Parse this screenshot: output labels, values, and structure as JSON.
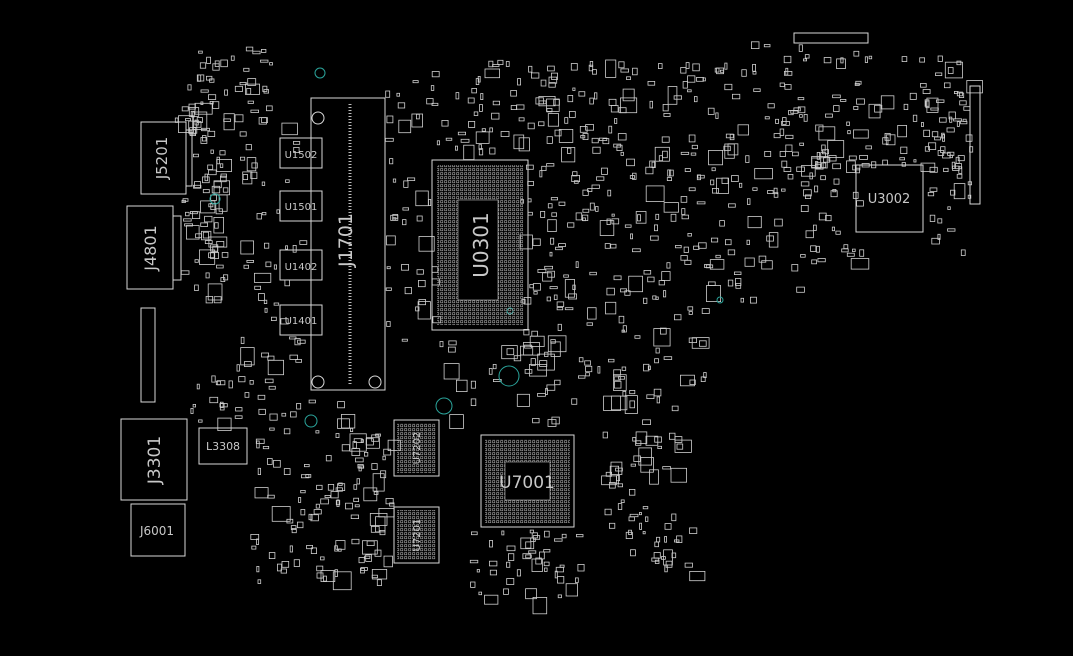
{
  "viewer": {
    "background": "#000000",
    "outline_color": "#d8d8d8",
    "via_color": "#2aa39a"
  },
  "components": {
    "J5201": "J5201",
    "J4801": "J4801",
    "U1502": "U1502",
    "U1501": "U1501",
    "U1402": "U1402",
    "U1401": "U1401",
    "J1701": "J1701",
    "U0301": "U0301",
    "L3308": "L3308",
    "J3301": "J3301",
    "J6001": "J6001",
    "U7202": "U7202",
    "U7201": "U7201",
    "U7001": "U7001",
    "U3002": "U3002"
  }
}
